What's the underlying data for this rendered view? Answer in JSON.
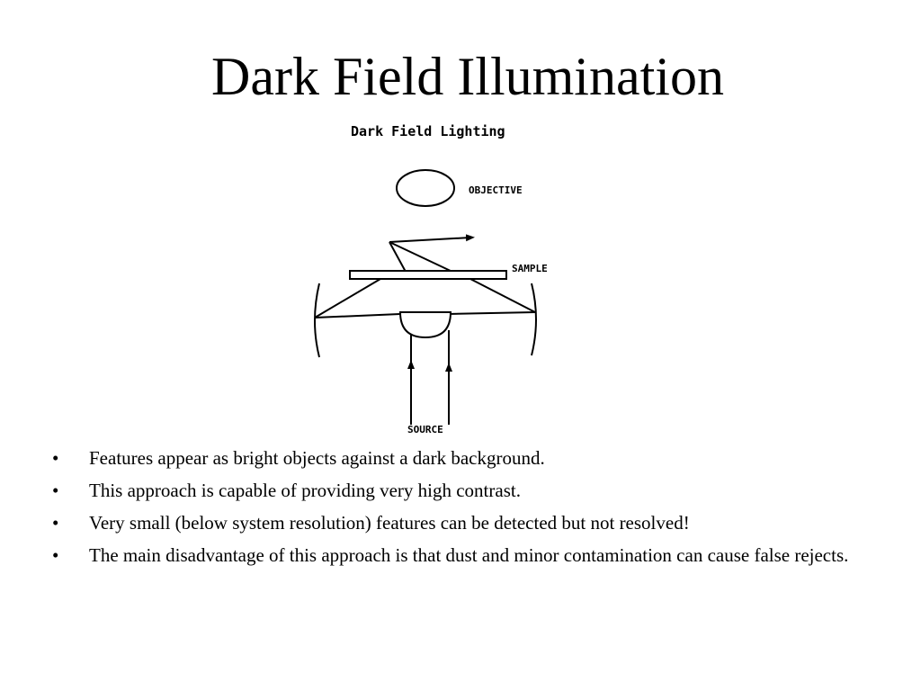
{
  "slide": {
    "title": "Dark Field Illumination"
  },
  "diagram": {
    "title": "Dark Field Lighting",
    "labels": {
      "objective": "OBJECTIVE",
      "sample": "SAMPLE",
      "source": "SOURCE"
    }
  },
  "bullets": {
    "marker": "•",
    "items": [
      "Features appear as bright objects against a dark background.",
      "This approach is capable of providing very high contrast.",
      "Very small (below system resolution) features can be detected but not resolved!",
      "The main disadvantage of this approach is that dust and minor contamination can cause false rejects."
    ]
  }
}
